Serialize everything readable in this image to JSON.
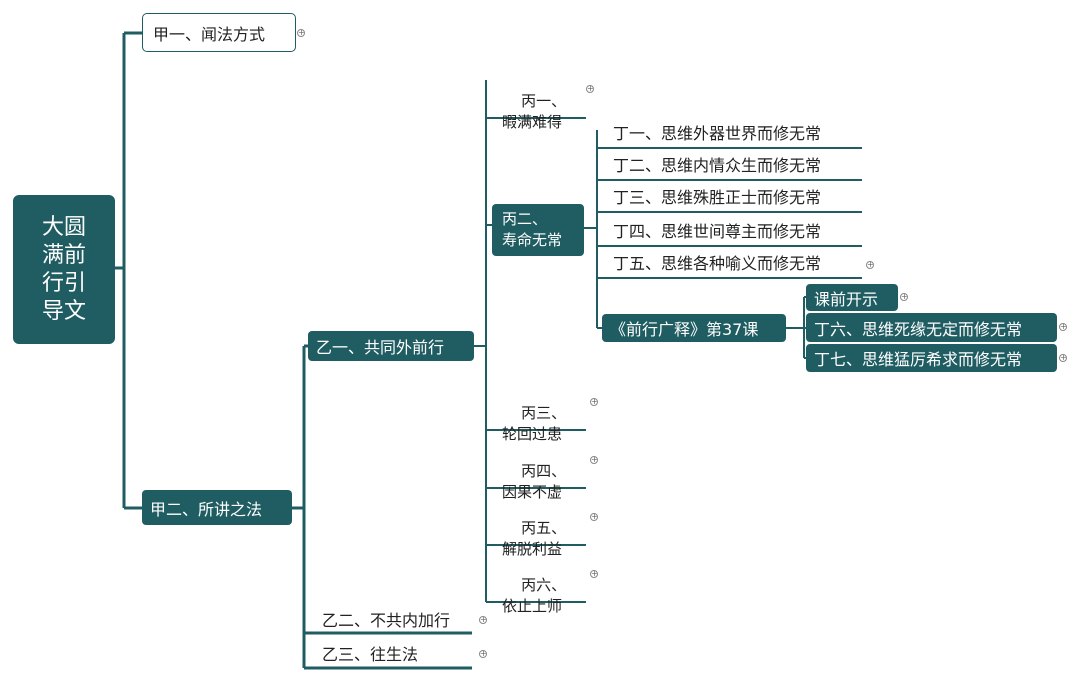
{
  "mindmap": {
    "root": "大圆满前行引导文",
    "jia1": "甲一、闻法方式",
    "jia2": "甲二、所讲之法",
    "yi1": "乙一、共同外前行",
    "yi2": "乙二、不共内加行",
    "yi3": "乙三、往生法",
    "bing1": "丙一、\n暇满难得",
    "bing2": "丙二、\n寿命无常",
    "bing3": "丙三、\n轮回过患",
    "bing4": "丙四、\n因果不虚",
    "bing5": "丙五、\n解脱利益",
    "bing6": "丙六、\n依止上师",
    "ding1": "丁一、思维外器世界而修无常",
    "ding2": "丁二、思维内情众生而修无常",
    "ding3": "丁三、思维殊胜正士而修无常",
    "ding4": "丁四、思维世间尊主而修无常",
    "ding5": "丁五、思维各种喻义而修无常",
    "lesson": "《前行广释》第37课",
    "intro": "课前开示",
    "ding6": "丁六、思维死缘无定而修无常",
    "ding7": "丁七、思维猛厉希求而修无常",
    "expand_symbol": "+"
  },
  "colors": {
    "accent": "#1f5d63",
    "text": "#222222",
    "background": "#ffffff"
  }
}
